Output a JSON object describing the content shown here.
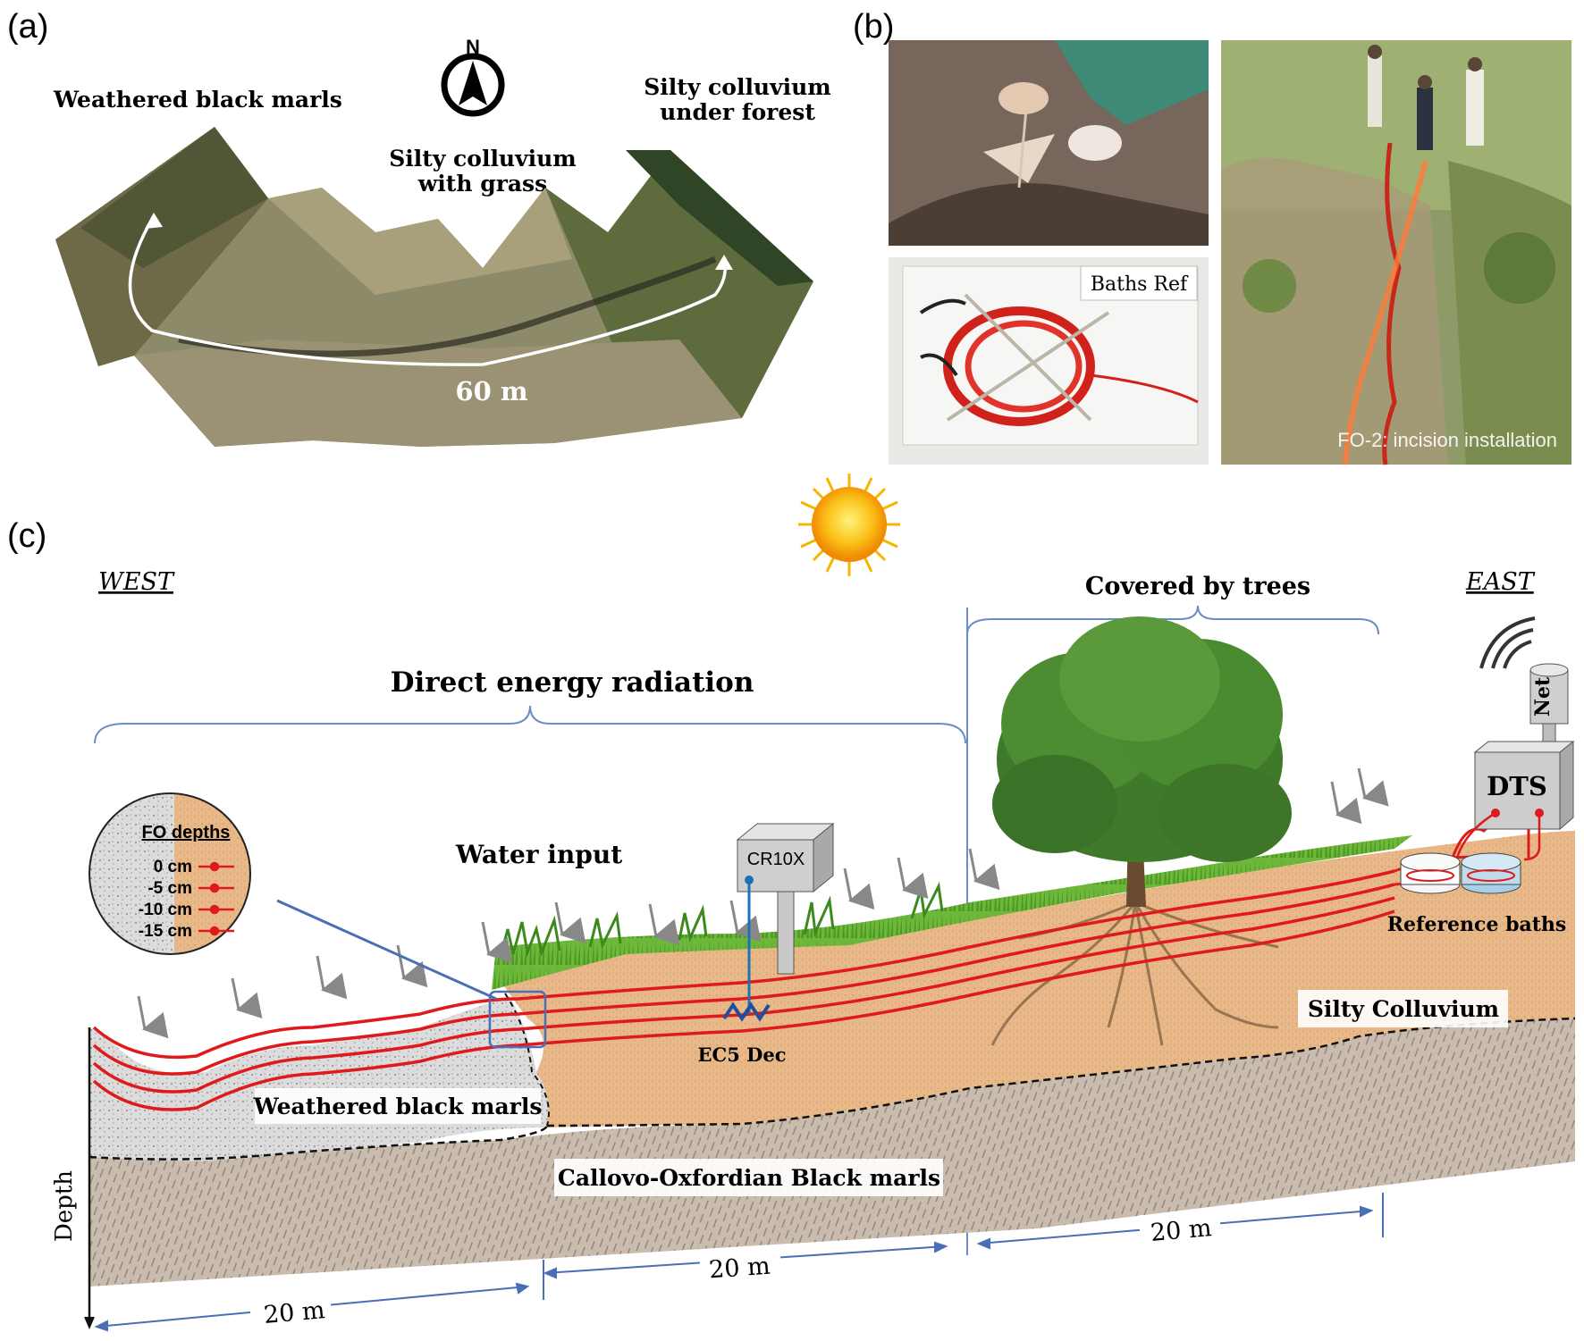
{
  "panels": {
    "a": {
      "label": "(a)",
      "left_title": "Weathered black marls",
      "mid_title_1": "Silty colluvium",
      "mid_title_2": "with grass",
      "right_title_1": "Silty colluvium",
      "right_title_2": "under forest",
      "north": "N",
      "distance": "60 m"
    },
    "b": {
      "label": "(b)",
      "bath_caption": "Baths Ref",
      "incision_caption": "FO-2: incision installation"
    },
    "c": {
      "label": "(c)",
      "west": "WEST",
      "east": "EAST",
      "covered_by_trees": "Covered by trees",
      "direct_energy": "Direct energy radiation",
      "water_input": "Water input",
      "fo_depths_title": "FO depths",
      "fo_depths": [
        "0 cm",
        "-5 cm",
        "-10 cm",
        "-15 cm"
      ],
      "cr10x": "CR10X",
      "ec5": "EC5 Dec",
      "net": "Net",
      "dts": "DTS",
      "reference_baths": "Reference baths",
      "weathered_marls": "Weathered black marls",
      "silty_colluvium": "Silty Colluvium",
      "callovo": "Callovo-Oxfordian Black marls",
      "depth": "Depth",
      "dist_1": "20 m",
      "dist_2": "20 m",
      "dist_3": "20 m"
    }
  },
  "colors": {
    "cable": "#e0191a",
    "blue_line": "#4a6fb5",
    "colluvium": "#e8b889",
    "marls_weathered": "#d6d6d6",
    "bedrock": "#c9bcae",
    "grass": "#5fae2e",
    "sun": "#f7b500"
  }
}
